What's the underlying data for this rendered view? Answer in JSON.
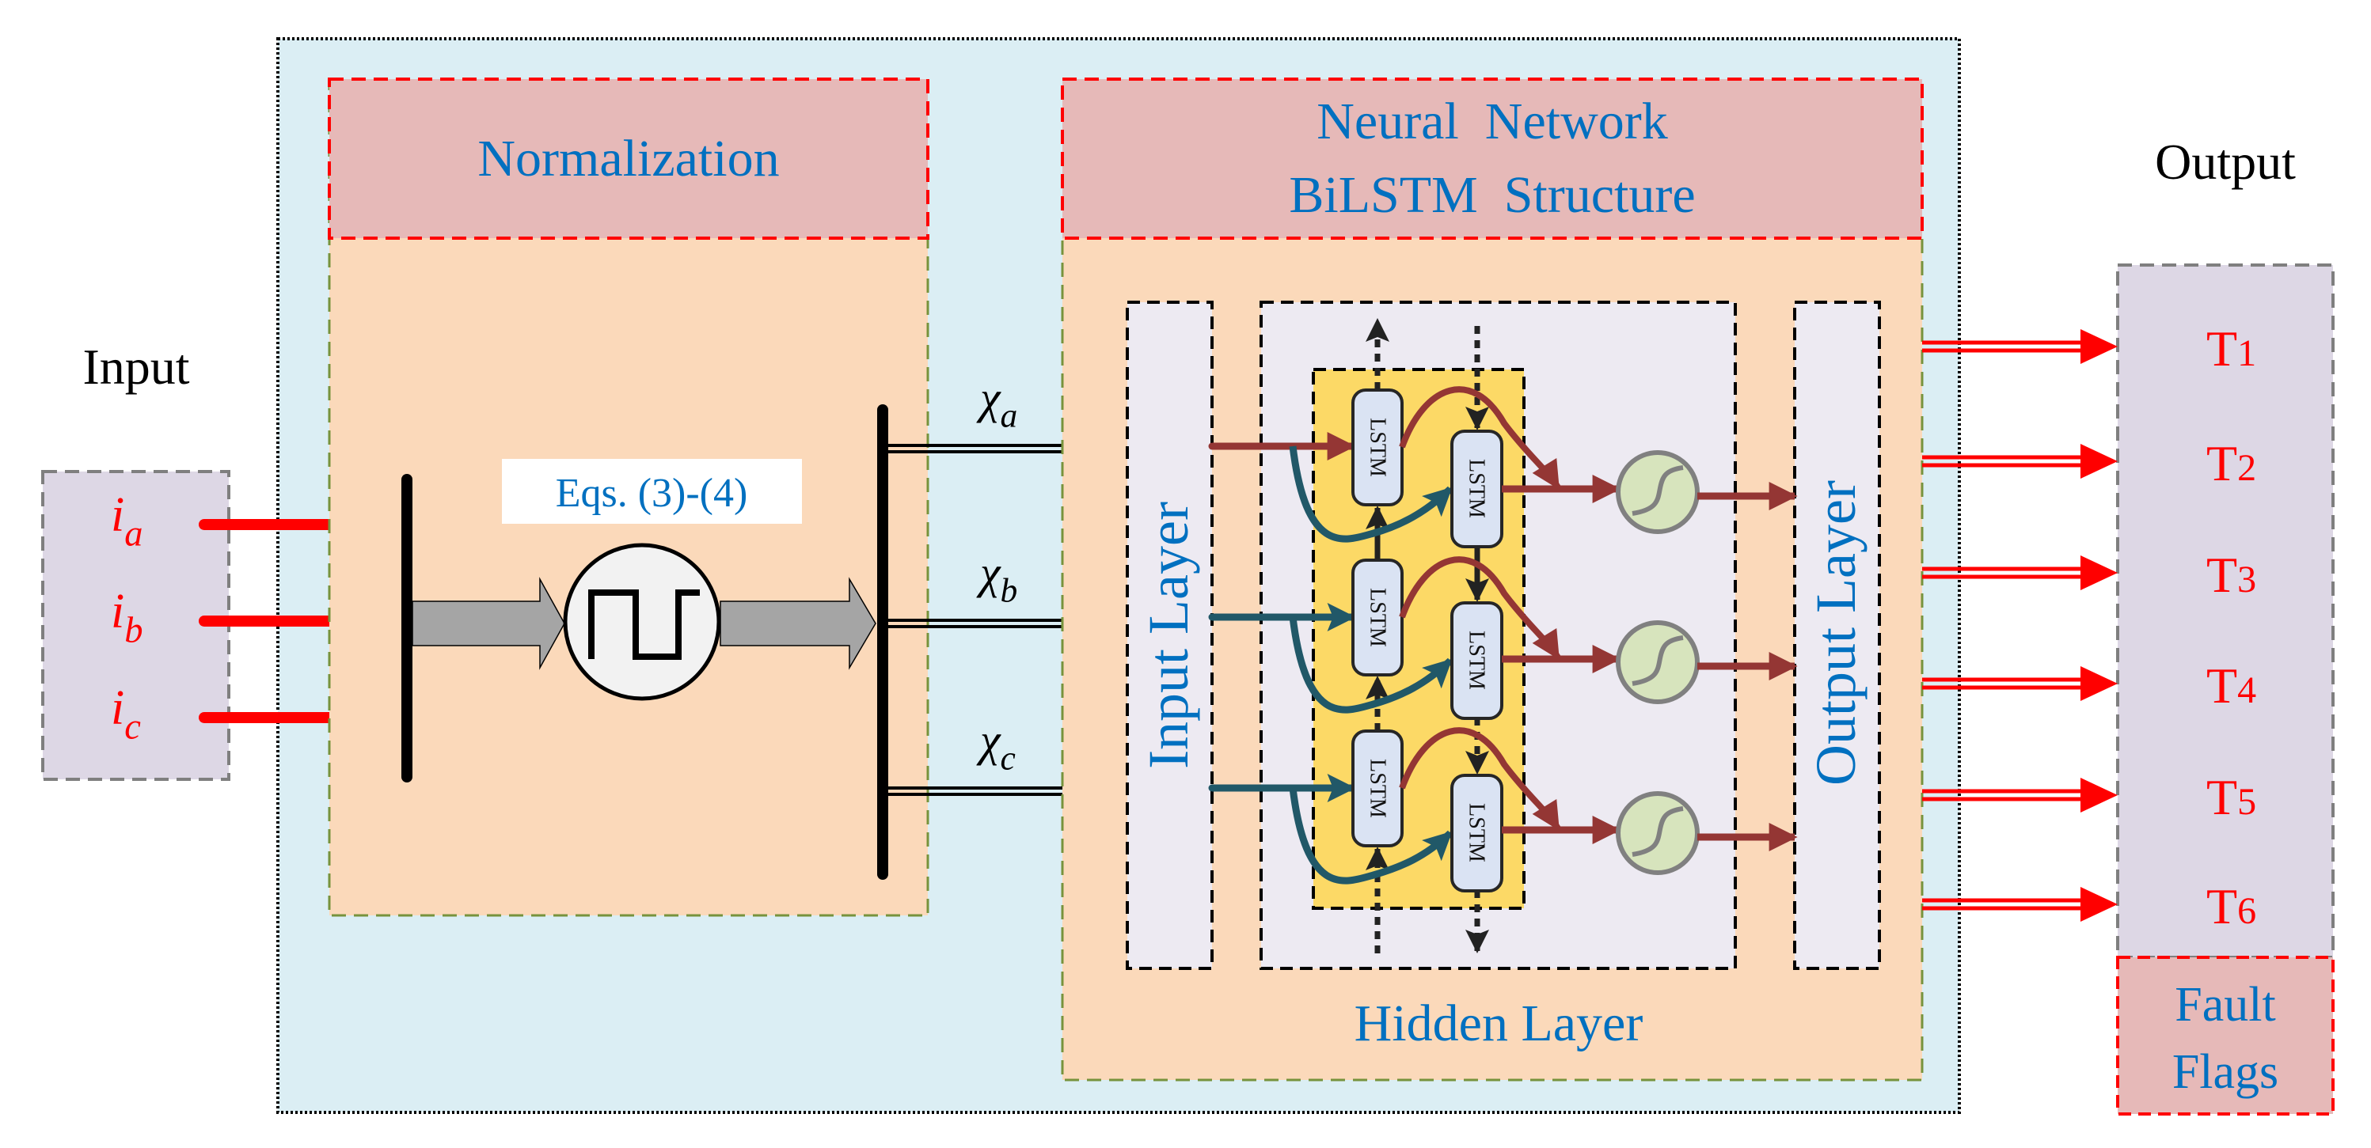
{
  "input": {
    "title": "Input",
    "signals": [
      {
        "base": "i",
        "sub": "a"
      },
      {
        "base": "i",
        "sub": "b"
      },
      {
        "base": "i",
        "sub": "c"
      }
    ]
  },
  "normalization": {
    "title": "Normalization",
    "equation_label": "Eqs. (3)-(4)",
    "outputs": [
      {
        "base": "χ",
        "sub": "a"
      },
      {
        "base": "χ",
        "sub": "b"
      },
      {
        "base": "χ",
        "sub": "c"
      }
    ]
  },
  "neural_network": {
    "title_line1": "Neural  Network",
    "title_line2": "BiLSTM  Structure",
    "input_layer": "Input Layer",
    "hidden_layer": "Hidden Layer",
    "output_layer": "Output Layer",
    "cell_label": "LSTM"
  },
  "output": {
    "title": "Output",
    "items": [
      {
        "base": "T",
        "sub": "1"
      },
      {
        "base": "T",
        "sub": "2"
      },
      {
        "base": "T",
        "sub": "3"
      },
      {
        "base": "T",
        "sub": "4"
      },
      {
        "base": "T",
        "sub": "5"
      },
      {
        "base": "T",
        "sub": "6"
      }
    ],
    "flags_line1": "Fault",
    "flags_line2": "Flags"
  },
  "colors": {
    "text_blue": "#0070C0",
    "signal_red": "#FF0000",
    "forward_red": "#943634",
    "backward_teal": "#215868",
    "lstm_fill": "#DAE3F3",
    "hidden_yellow": "#FCD966",
    "sigmoid_fill": "#D7E4BD",
    "outer_bg": "#DBEEF4",
    "block_bg": "#FBD9BA",
    "header_bg": "#E6B9B8",
    "io_box_bg": "#DDD7E5",
    "layer_bg": "#EDEAF2"
  }
}
